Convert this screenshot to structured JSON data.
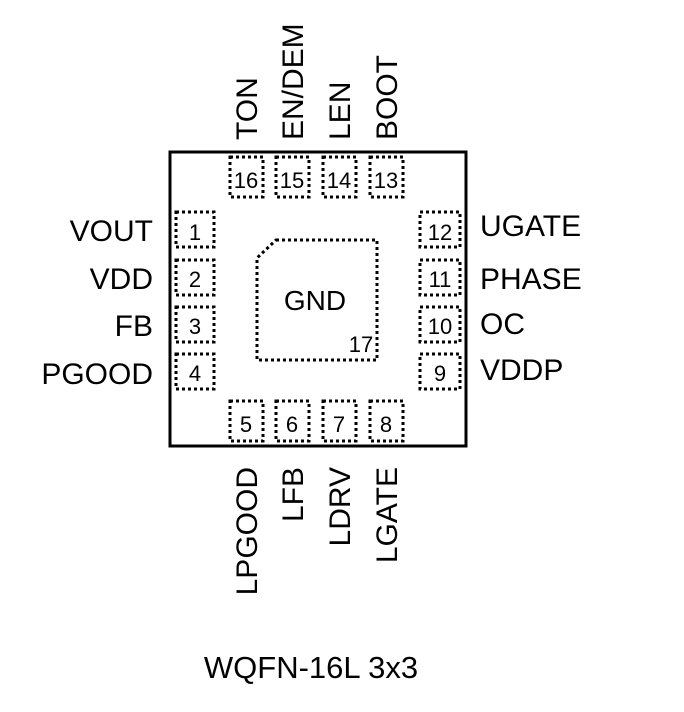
{
  "package_label": "WQFN-16L 3x3",
  "gnd_pad": {
    "name": "GND",
    "number": "17"
  },
  "pins": [
    {
      "number": "1",
      "name": "VOUT"
    },
    {
      "number": "2",
      "name": "VDD"
    },
    {
      "number": "3",
      "name": "FB"
    },
    {
      "number": "4",
      "name": "PGOOD"
    },
    {
      "number": "5",
      "name": "LPGOOD"
    },
    {
      "number": "6",
      "name": "LFB"
    },
    {
      "number": "7",
      "name": "LDRV"
    },
    {
      "number": "8",
      "name": "LGATE"
    },
    {
      "number": "9",
      "name": "VDDP"
    },
    {
      "number": "10",
      "name": "OC"
    },
    {
      "number": "11",
      "name": "PHASE"
    },
    {
      "number": "12",
      "name": "UGATE"
    },
    {
      "number": "13",
      "name": "BOOT"
    },
    {
      "number": "14",
      "name": "LEN"
    },
    {
      "number": "15",
      "name": "EN/DEM"
    },
    {
      "number": "16",
      "name": "TON"
    }
  ]
}
